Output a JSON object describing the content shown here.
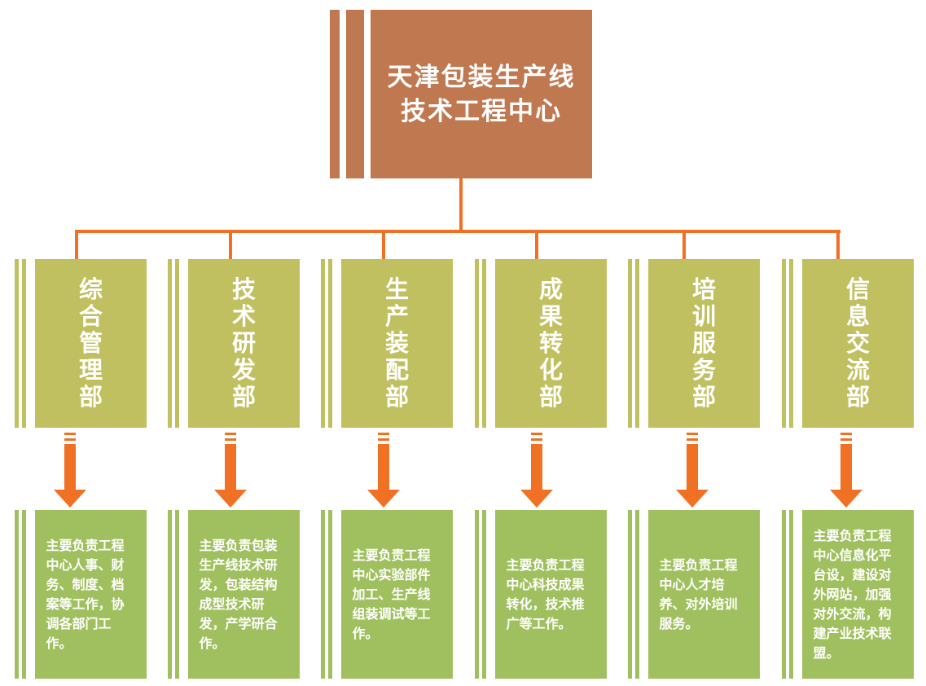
{
  "root": {
    "line1": "天津包装生产线",
    "line2": "技术工程中心"
  },
  "departments": [
    {
      "chars": [
        "综",
        "合",
        "管",
        "理",
        "部"
      ],
      "desc": "主要负责工程中心人事、财务、制度、档案等工作，协调各部门工作。"
    },
    {
      "chars": [
        "技",
        "术",
        "研",
        "发",
        "部"
      ],
      "desc": "主要负责包装生产线技术研发，包装结构成型技术研发，产学研合作。"
    },
    {
      "chars": [
        "生",
        "产",
        "装",
        "配",
        "部"
      ],
      "desc": "主要负责工程中心实验部件加工、生产线组装调试等工作。"
    },
    {
      "chars": [
        "成",
        "果",
        "转",
        "化",
        "部"
      ],
      "desc": "主要负责工程中心科技成果转化，技术推广等工作。"
    },
    {
      "chars": [
        "培",
        "训",
        "服",
        "务",
        "部"
      ],
      "desc": "主要负责工程中心人才培养、对外培训服务。"
    },
    {
      "chars": [
        "信",
        "息",
        "交",
        "流",
        "部"
      ],
      "desc": "主要负责工程中心信息化平台设，建设对外网站，加强对外交流，构建产业技术联盟。"
    }
  ],
  "colors": {
    "root": "#c07850",
    "department": "#c0c060",
    "description": "#a0c060",
    "connector": "#f07024"
  }
}
